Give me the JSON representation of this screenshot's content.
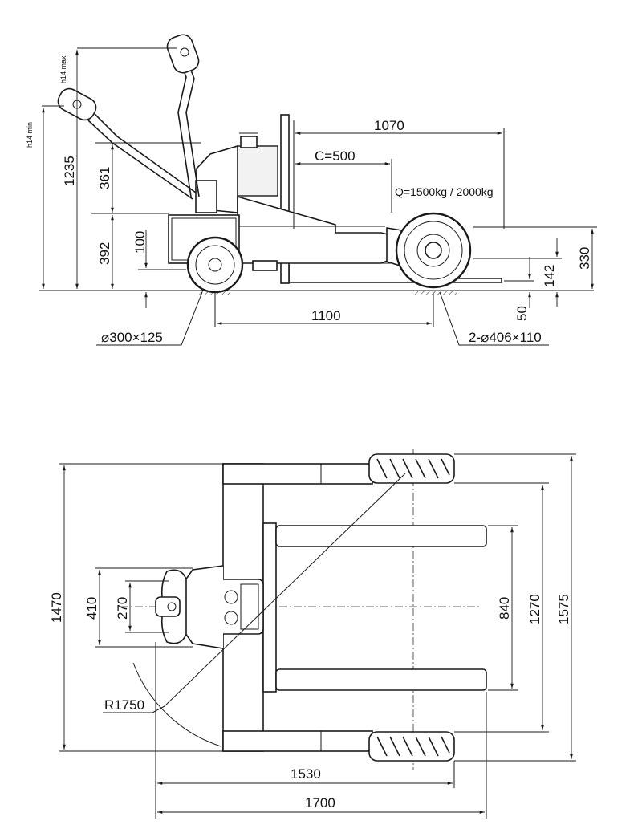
{
  "side_view": {
    "labels": {
      "h14_max": "h14 max",
      "h14_min": "h14 min",
      "d1235": "1235",
      "d361": "361",
      "d392": "392",
      "d100": "100",
      "d1070": "1070",
      "c500": "C=500",
      "capacity": "Q=1500kg / 2000kg",
      "d330": "330",
      "d142": "142",
      "d50": "50",
      "d1100": "1100",
      "drive_wheel": "⌀300×125",
      "load_wheels": "2-⌀406×110"
    }
  },
  "top_view": {
    "labels": {
      "d1470": "1470",
      "d410": "410",
      "d270": "270",
      "d840": "840",
      "d1270": "1270",
      "d1575": "1575",
      "r1750": "R1750",
      "d1530": "1530",
      "d1700": "1700"
    }
  }
}
